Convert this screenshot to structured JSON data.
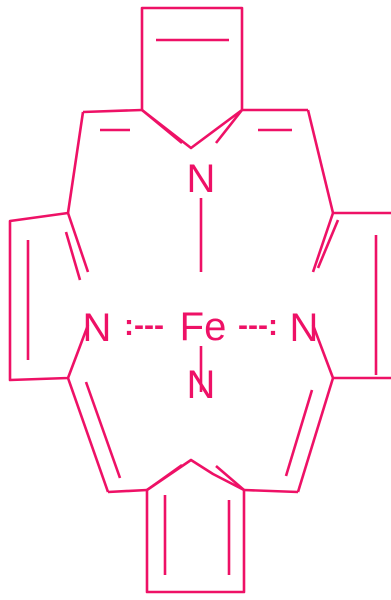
{
  "molecule": {
    "atoms": {
      "center": "Fe",
      "n_top": "N",
      "n_bottom": "N",
      "n_left": "N",
      "n_right": "N"
    },
    "coordination": {
      "left_link": ":---",
      "right_link": "---:"
    },
    "colors": {
      "bond": "#ee1166",
      "label": "#ee1166",
      "background": "#ffffff"
    }
  }
}
